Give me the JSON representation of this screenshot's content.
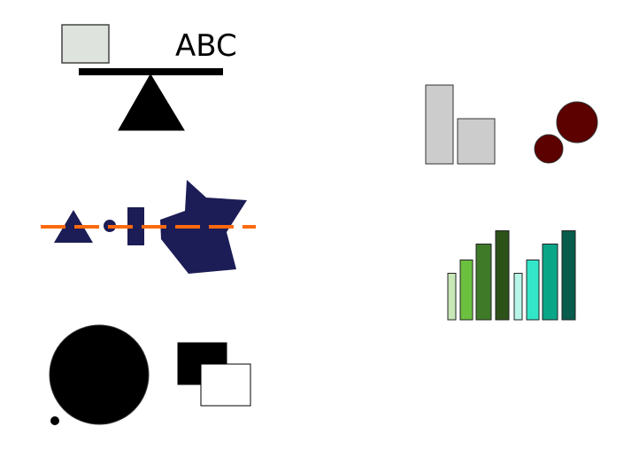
{
  "balance": {
    "text": "ABC",
    "box_color": "#dfe3dd",
    "beam_color": "#000000",
    "fulcrum_color": "#000000"
  },
  "size_compare": {
    "rect_color": "#cccccc",
    "circle_color": "#5c0000"
  },
  "alignment": {
    "shape_color": "#1c1c56",
    "line_color": "#ff6a0f"
  },
  "bars": {
    "values": [
      3.5,
      4.5,
      5.7,
      6.7,
      3.5,
      4.5,
      5.7,
      6.7
    ],
    "colors": [
      "#c8e8b8",
      "#6cc040",
      "#3f7a29",
      "#2d5219",
      "#b7f5e8",
      "#33e6c8",
      "#0aa688",
      "#075c4b"
    ]
  },
  "overlap": {
    "big_circle_color": "#000000",
    "dot_color": "#000000",
    "back_rect_color": "#000000",
    "front_rect_color": "#ffffff"
  }
}
